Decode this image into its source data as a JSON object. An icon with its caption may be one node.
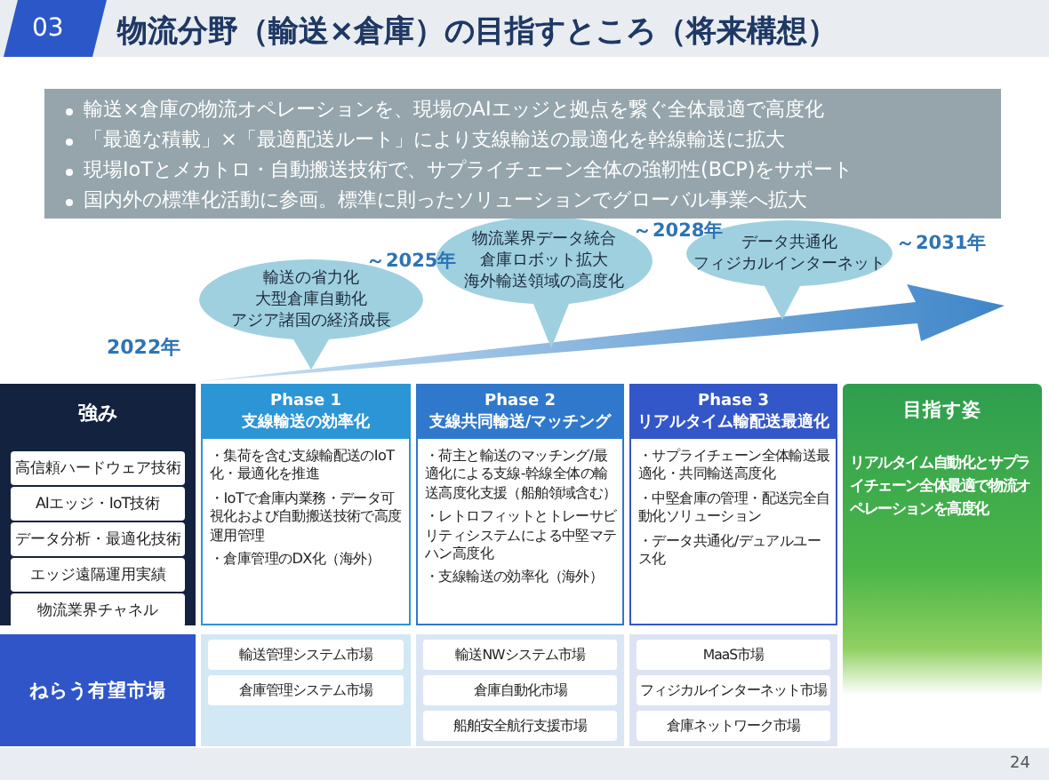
{
  "diagram": {
    "title": "物流分野（輸送×倉庫）の目指すところ（将来構想）",
    "nodes": [
      {
        "text": [
          "輸送×倉庫の物流オペレーションを、現場のAIエッジと拠点を繋ぐ全体最適で高度化",
          "「最適な積載」×「最適配送ルート」により支線輸送の最適化を幹線輸送に拡大",
          "現場IoTとメカトロ・自動搬送技術で、サプライチェーン全体の強靭性(BCP)をサポート",
          "国内外の標準化活動に参画。標準に則ったソリューションでグローバル事業へ拡大"
        ]
      },
      {
        "text": [
          "輸送の省力化",
          "大型倉庫自動化",
          "アジア諸国の経済成長"
        ]
      },
      {
        "text": [
          "物流業界データ統合",
          "倉庫ロボット拡大",
          "海外輸送領域の高度化"
        ]
      },
      {
        "text": [
          "データ共通化",
          "フィジカルインターネット"
        ]
      },
      {
        "text": [
          "強み"
        ]
      },
      {
        "text": [
          "高信頼ハードウェア技術"
        ],
        "in": 4
      },
      {
        "text": [
          "AIエッジ・IoT技術"
        ],
        "in": 4
      },
      {
        "text": [
          "データ分析・最適化技術"
        ],
        "in": 4
      },
      {
        "text": [
          "エッジ遠隔運用実績"
        ],
        "in": 4
      },
      {
        "text": [
          "物流業界チャネル"
        ],
        "in": 4
      },
      {
        "text": [
          "Phase 1",
          "支線輸送の効率化",
          "・集荷を含む支線輸配送のIoT化・最適化を推進",
          "・IoTで倉庫内業務・データ可視化および自動搬送技術で高度運用管理",
          "・倉庫管理のDX化（海外）"
        ]
      },
      {
        "text": [
          "Phase 2",
          "支線共同輸送/マッチング",
          "・荷主と輸送のマッチング/最適化による支線-幹線全体の輸送高度化支援（船舶領域含む）",
          "・レトロフィットとトレーサビリティシステムによる中堅マテハン高度化",
          "・支線輸送の効率化（海外）"
        ]
      },
      {
        "text": [
          "Phase 3",
          "リアルタイム輸配送最適化",
          "・サプライチェーン全体輸送最適化・共同輸送高度化",
          "・中堅倉庫の管理・配送完全自動化ソリューション",
          "・データ共通化/デュアルユース化"
        ]
      },
      {
        "text": [
          "目指す姿",
          "リアルタイム自動化とサプライチェーン全体最適で物流オペレーションを高度化"
        ]
      },
      {
        "text": [
          "ねらう有望市場"
        ]
      },
      {
        "text": [],
        "shape": "box"
      },
      {
        "text": [
          "輸送管理システム市場"
        ],
        "in": 15
      },
      {
        "text": [
          "倉庫管理システム市場"
        ],
        "in": 15
      },
      {
        "text": [],
        "shape": "box"
      },
      {
        "text": [
          "輸送NWシステム市場"
        ],
        "in": 18
      },
      {
        "text": [
          "倉庫自動化市場"
        ],
        "in": 18
      },
      {
        "text": [
          "船舶安全航行支援市場"
        ],
        "in": 18
      },
      {
        "text": [],
        "shape": "box"
      },
      {
        "text": [
          "MaaS市場"
        ],
        "in": 22
      },
      {
        "text": [
          "フィジカルインターネット市場"
        ],
        "in": 22
      },
      {
        "text": [
          "倉庫ネットワーク市場"
        ],
        "in": 22
      }
    ],
    "labels": [
      "03",
      "2022年",
      "～2025年",
      "～2028年",
      "～2031年",
      "24"
    ]
  }
}
